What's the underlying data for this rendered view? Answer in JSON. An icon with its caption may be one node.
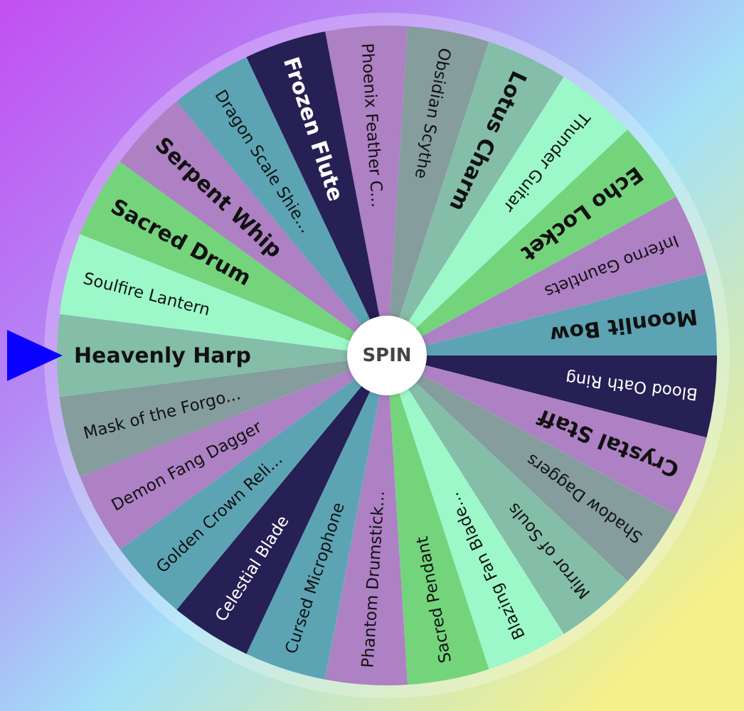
{
  "diagram": {
    "nodes": [
      {
        "text": [
          "Phoenix Feather C..."
        ]
      },
      {
        "text": [
          "Obsidian Scythe"
        ]
      },
      {
        "text": [
          "Lotus Charm"
        ]
      },
      {
        "text": [
          "Thunder Guitar"
        ]
      },
      {
        "text": [
          "Echo Locket"
        ]
      },
      {
        "text": [
          "Inferno Gauntlets"
        ]
      },
      {
        "text": [
          "Moonlit Bow"
        ]
      },
      {
        "text": [
          "Blood Oath Ring"
        ]
      },
      {
        "text": [
          "Crystal Staff"
        ]
      },
      {
        "text": [
          "Shadow Daggers"
        ]
      },
      {
        "text": [
          "Mirror of Souls"
        ]
      },
      {
        "text": [
          "Blazing Fan Blade..."
        ]
      },
      {
        "text": [
          "Sacred Pendant"
        ]
      },
      {
        "text": [
          "Phantom Drumstick..."
        ]
      },
      {
        "text": [
          "Cursed Microphone"
        ]
      },
      {
        "text": [
          "Celestial Blade"
        ]
      },
      {
        "text": [
          "Golden Crown Reli..."
        ]
      },
      {
        "text": [
          "Demon Fang Dagger"
        ]
      },
      {
        "text": [
          "Mask of the Forgo..."
        ]
      },
      {
        "text": [
          "Heavenly Harp"
        ]
      },
      {
        "text": [
          "Soulfire Lantern"
        ]
      },
      {
        "text": [
          "Sacred Drum"
        ]
      },
      {
        "text": [
          "Serpent Whip"
        ]
      },
      {
        "text": [
          "Dragon Scale Shie..."
        ]
      },
      {
        "text": [
          "Frozen Flute"
        ]
      },
      {
        "text": [
          "SPIN"
        ]
      }
    ]
  }
}
